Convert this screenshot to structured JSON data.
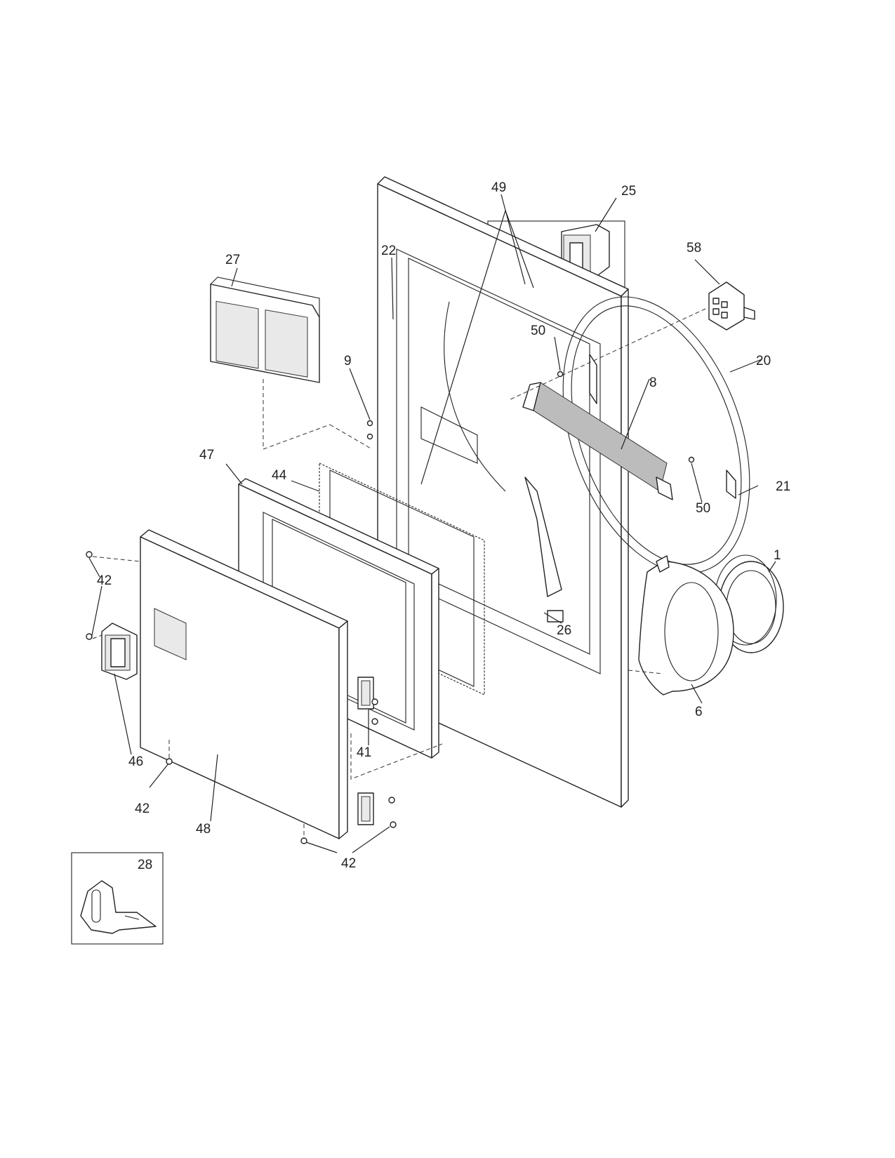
{
  "callouts": {
    "c1": "1",
    "c6": "6",
    "c8": "8",
    "c9": "9",
    "c20": "20",
    "c21": "21",
    "c22": "22",
    "c25": "25",
    "c26": "26",
    "c27": "27",
    "c28": "28",
    "c41": "41",
    "c42a": "42",
    "c42b": "42",
    "c42c": "42",
    "c44": "44",
    "c46": "46",
    "c47": "47",
    "c48": "48",
    "c49": "49",
    "c50a": "50",
    "c50b": "50",
    "c58": "58"
  }
}
